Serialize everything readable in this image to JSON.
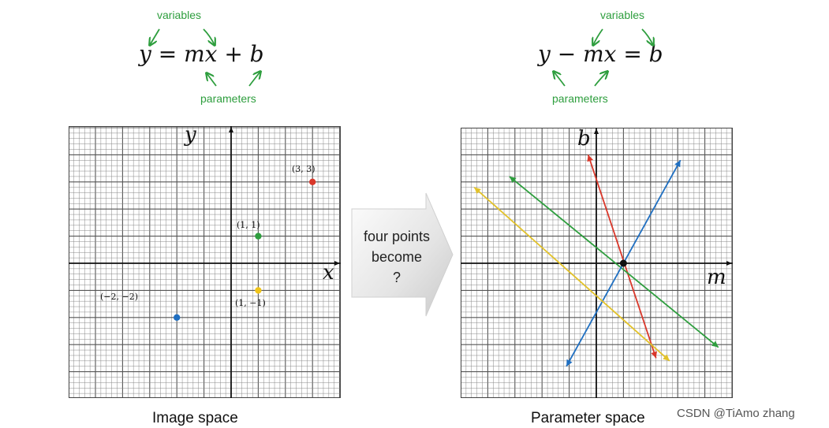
{
  "left_panel": {
    "equation": "y = mx + b",
    "variables_label": "variables",
    "parameters_label": "parameters",
    "axis_x": "x",
    "axis_y": "y",
    "caption": "Image space",
    "points": [
      {
        "label": "(3, 3)",
        "x": 3,
        "y": 3,
        "color": "#d9372a"
      },
      {
        "label": "(1, 1)",
        "x": 1,
        "y": 1,
        "color": "#2e9e3e"
      },
      {
        "label": "(1, −1)",
        "x": 1,
        "y": -1,
        "color": "#f0c419"
      },
      {
        "label": "(−2, −2)",
        "x": -2,
        "y": -2,
        "color": "#1f6fc1"
      }
    ]
  },
  "middle_arrow": {
    "line1": "four points",
    "line2": "become",
    "line3": "?"
  },
  "right_panel": {
    "equation": "y − mx = b",
    "variables_label": "variables",
    "parameters_label": "parameters",
    "axis_x": "m",
    "axis_y": "b",
    "caption": "Parameter space",
    "lines": [
      {
        "name": "red",
        "color": "#d9372a",
        "from": [
          -0.3,
          4
        ],
        "to": [
          2.2,
          -3.5
        ]
      },
      {
        "name": "green",
        "color": "#2e9e3e",
        "from": [
          -3.2,
          3.2
        ],
        "to": [
          4.5,
          -3.1
        ]
      },
      {
        "name": "blue",
        "color": "#1f6fc1",
        "from": [
          -1.1,
          -3.8
        ],
        "to": [
          3.1,
          3.8
        ]
      },
      {
        "name": "yellow",
        "color": "#e2c22a",
        "from": [
          -4.5,
          2.8
        ],
        "to": [
          2.7,
          -3.6
        ]
      }
    ],
    "intersection": {
      "m": 1,
      "b": 0
    }
  },
  "watermark": "CSDN @TiAmo zhang"
}
